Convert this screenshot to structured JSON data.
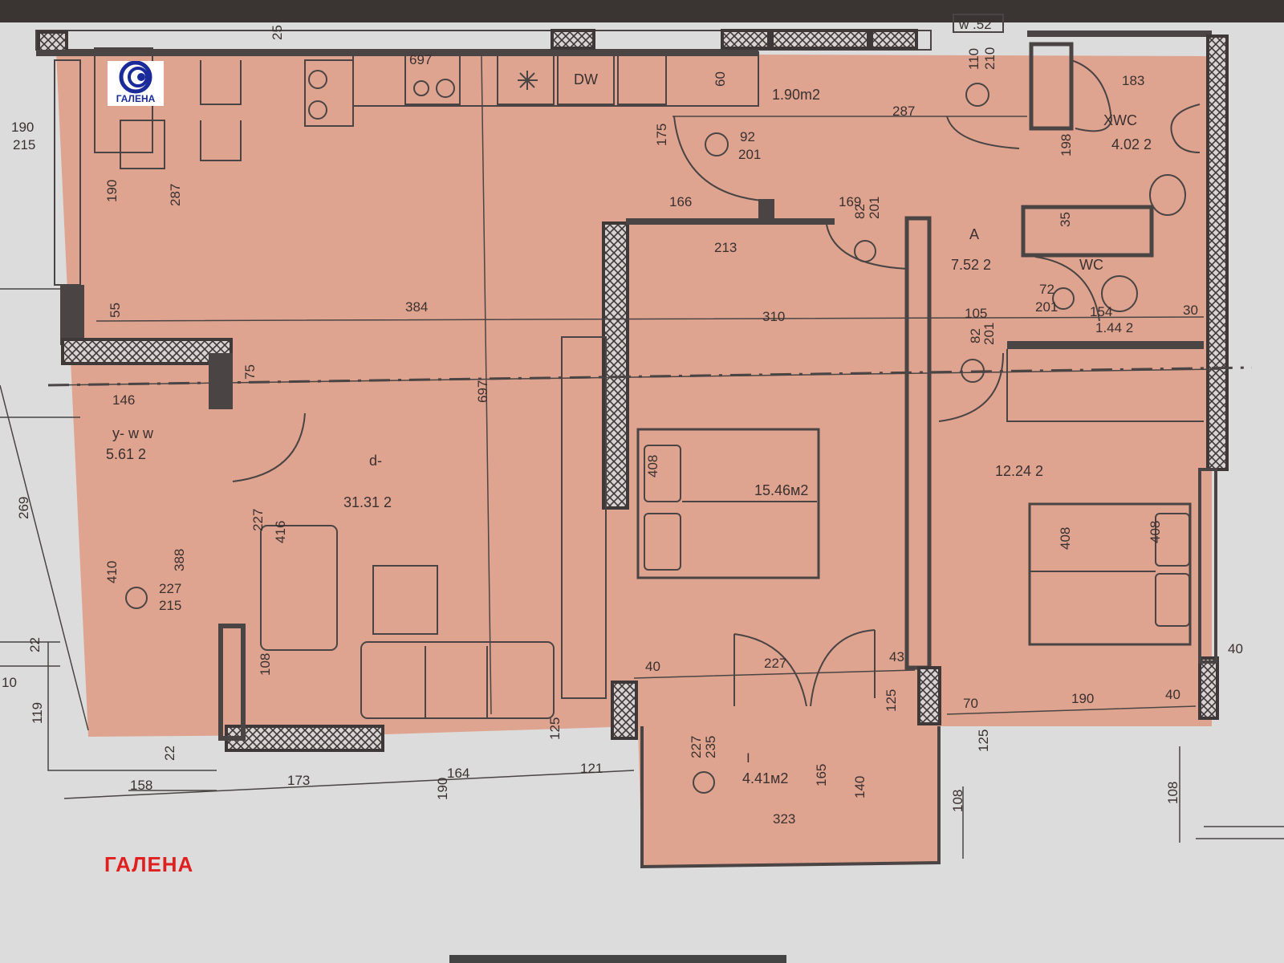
{
  "brand": {
    "logo_text": "ГАЛЕНА",
    "watermark": "ГАЛЕНА",
    "logo_color": "#1b2a9a",
    "watermark_color": "#e02020"
  },
  "colors": {
    "paper": "#dcdcdc",
    "floor_fill": "#dfa48f",
    "walls": "#4a4444"
  },
  "window_tag": "w .52",
  "kitchen": {
    "dishwasher": "DW",
    "unit_60": "60",
    "unit_697": "697"
  },
  "rooms": {
    "living": {
      "name": "d-",
      "area": "31.31 2"
    },
    "entry": {
      "name": "y-  w  w",
      "area": "5.61 2"
    },
    "bedroom_1": {
      "area": "15.46м2"
    },
    "bedroom_2": {
      "area": "12.24 2"
    },
    "corridor": {
      "name": "A",
      "area": "7.52 2"
    },
    "bathroom": {
      "name": "XWC",
      "area": "4.02 2"
    },
    "wc": {
      "name": "WC",
      "area": "1.44 2"
    },
    "storage": {
      "area": "1.90m2"
    },
    "balcony": {
      "name": "I",
      "area": "4.41м2"
    }
  },
  "dims": [
    "25",
    "190",
    "215",
    "190",
    "287",
    "55",
    "384",
    "175",
    "92",
    "201",
    "287",
    "110",
    "210",
    "183",
    "198",
    "166",
    "169",
    "82",
    "201",
    "213",
    "35",
    "72",
    "201",
    "154",
    "30",
    "310",
    "105",
    "82",
    "201",
    "75",
    "697",
    "146",
    "269",
    "227",
    "416",
    "410",
    "388",
    "227",
    "215",
    "408",
    "408",
    "408",
    "22",
    "10",
    "119",
    "108",
    "40",
    "227",
    "43",
    "70",
    "190",
    "40",
    "40",
    "125",
    "125",
    "125",
    "22",
    "158",
    "173",
    "164",
    "121",
    "190",
    "227",
    "235",
    "165",
    "140",
    "323",
    "108",
    "108"
  ]
}
